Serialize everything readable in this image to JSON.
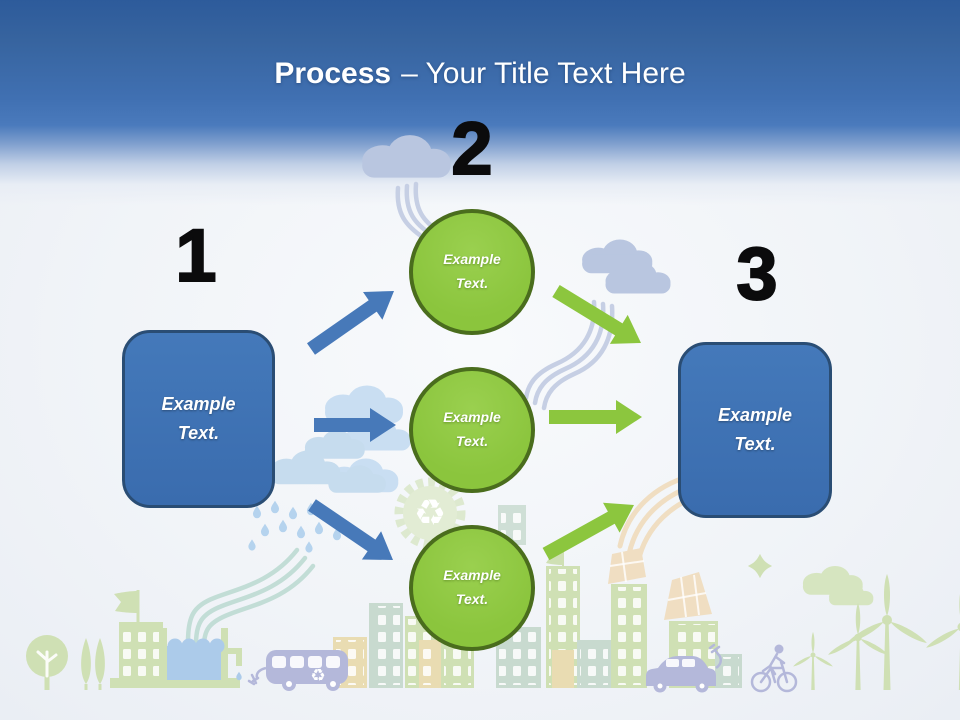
{
  "title": {
    "bold_part": "Process",
    "rest_part": "– Your Title Text Here"
  },
  "step_numbers": [
    "1",
    "2",
    "3"
  ],
  "left_box": {
    "label": "Example Text."
  },
  "right_box": {
    "label": "Example Text."
  },
  "circles": [
    {
      "label": "Example Text."
    },
    {
      "label": "Example Text."
    },
    {
      "label": "Example Text."
    }
  ],
  "icons": {
    "recycle_symbol": "♻"
  },
  "colors": {
    "header_top": "#2d5b9b",
    "header_bottom": "#4a7abc",
    "box_blue": "#4479ba",
    "box_border": "#2a4d74",
    "circle_green": "#8bc53d",
    "circle_border": "#4a6d1d",
    "arrow_blue": "#4779b9",
    "arrow_green": "#8cc63e",
    "number_black": "#0b0b0c",
    "title_white": "#ffffff"
  }
}
